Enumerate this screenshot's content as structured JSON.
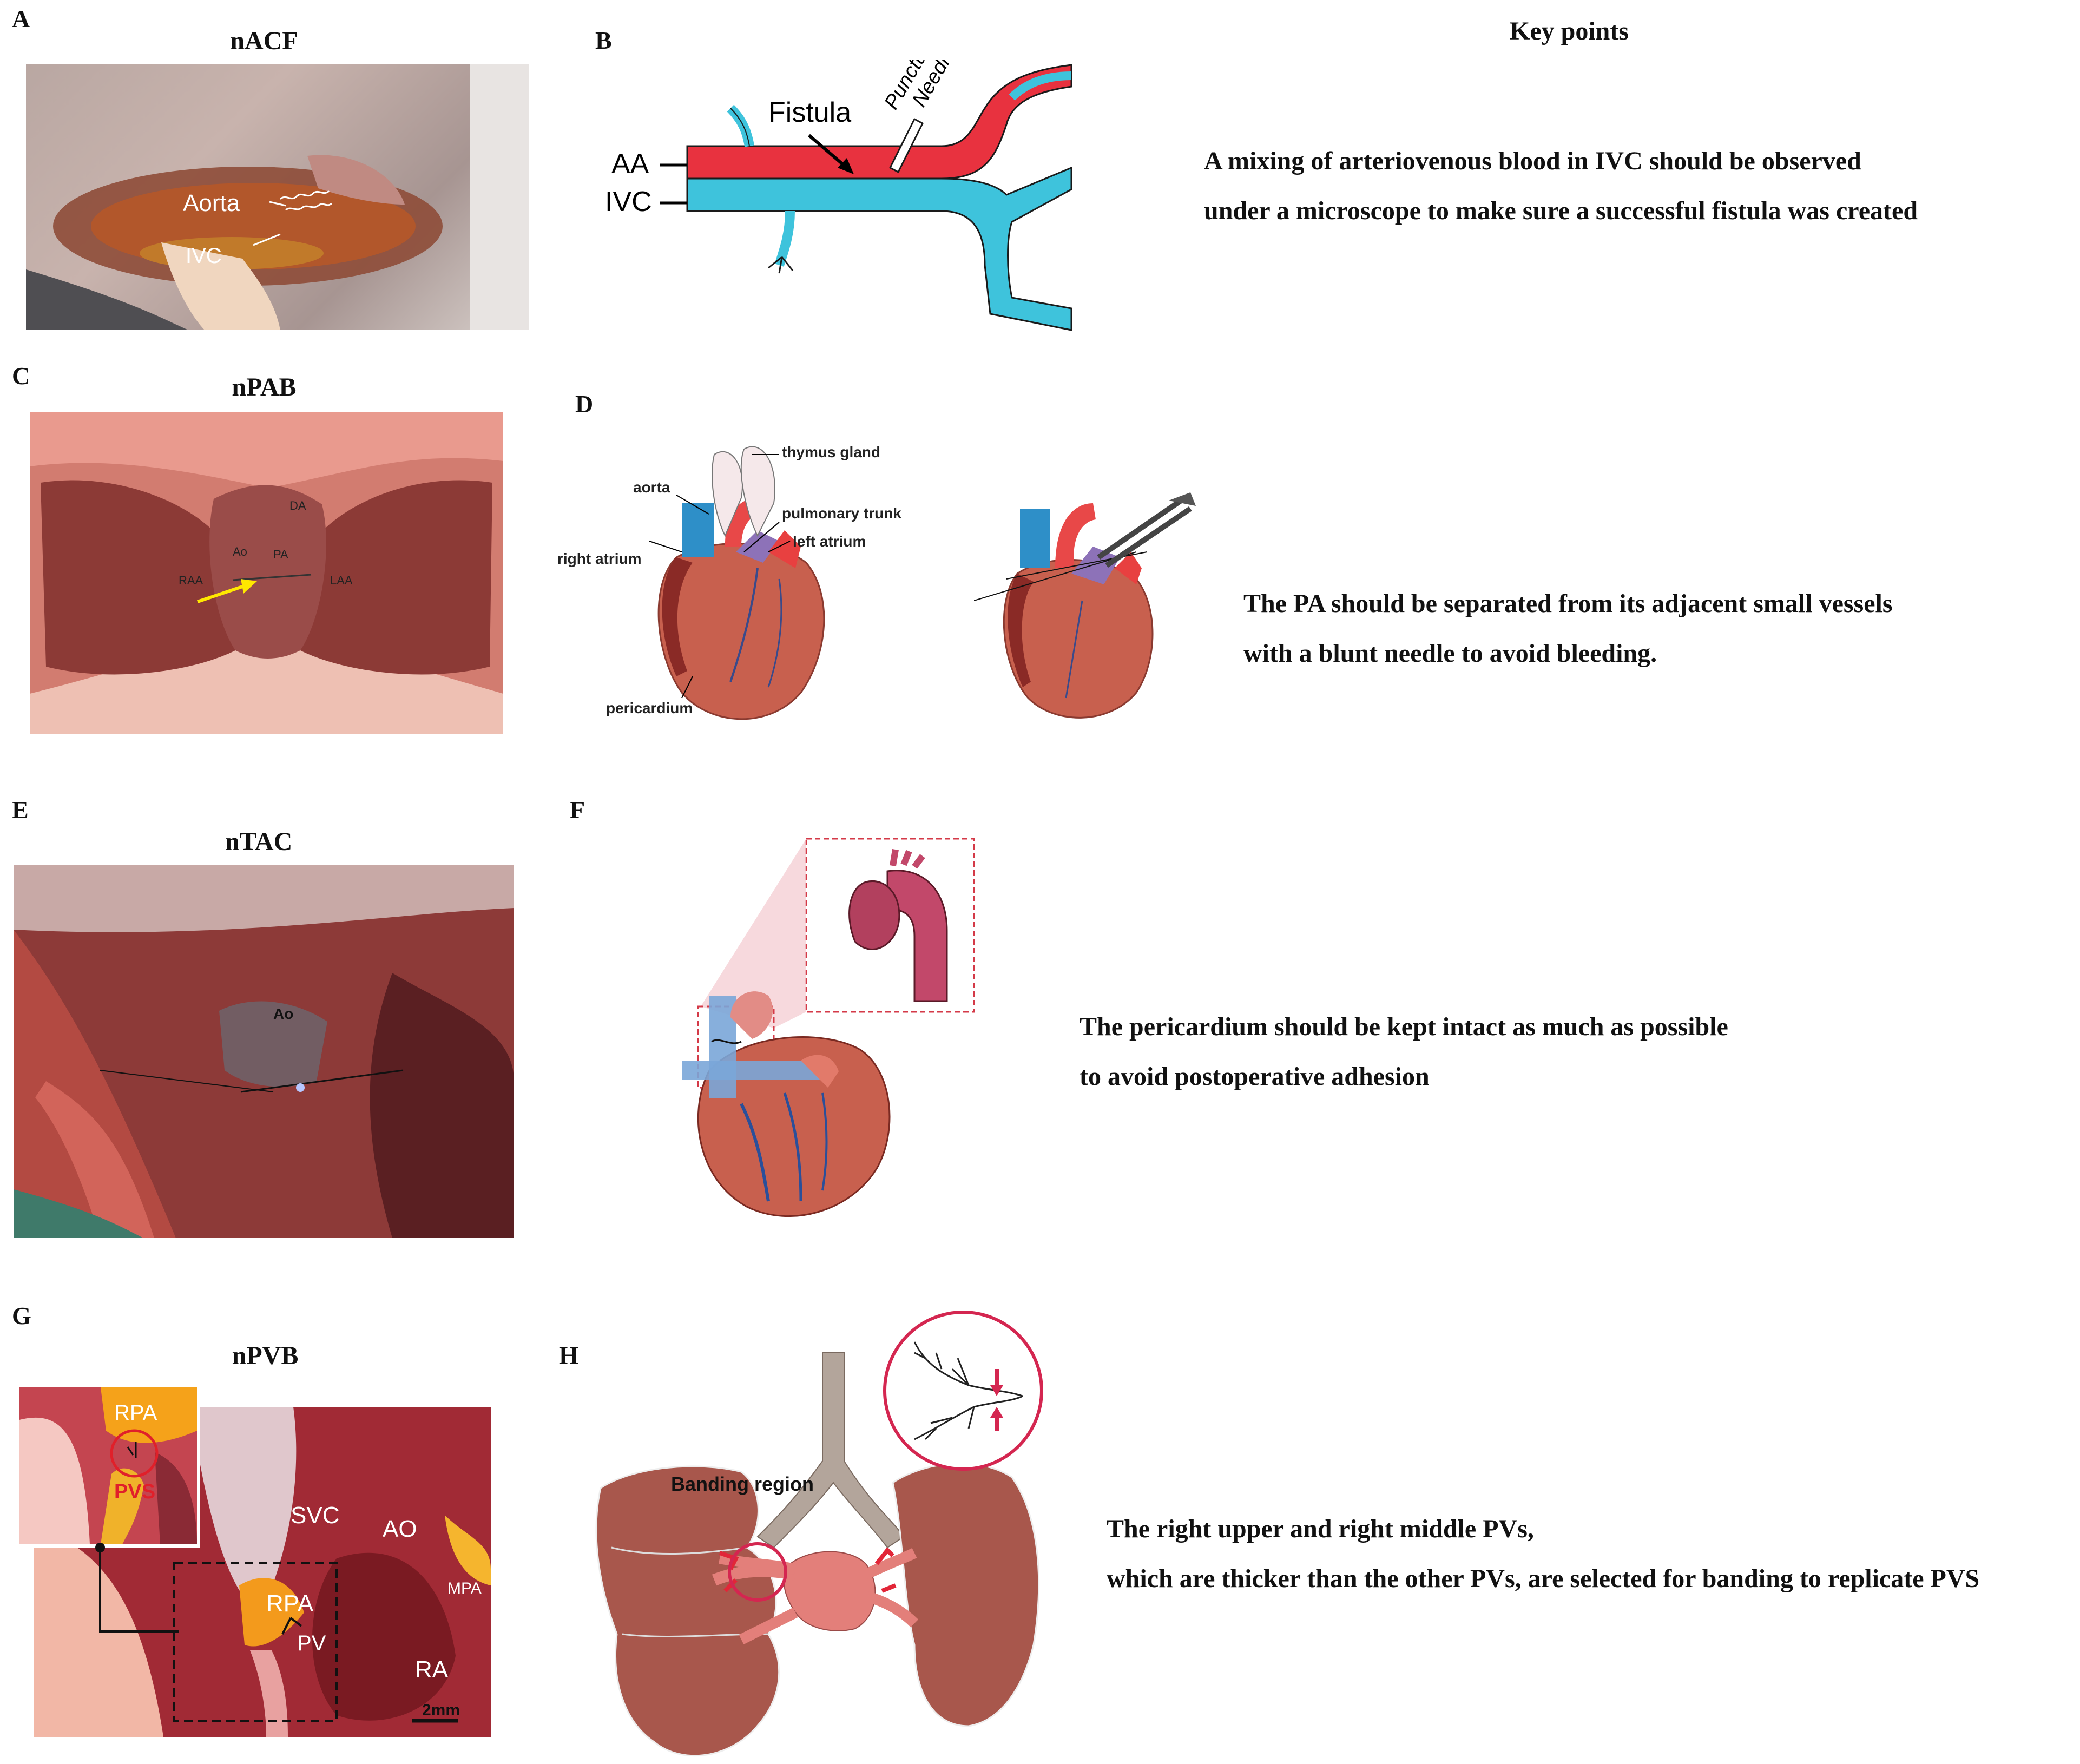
{
  "panels": {
    "A": {
      "label": "A",
      "title": "nACF",
      "aorta": "Aorta",
      "ivc": "IVC"
    },
    "B": {
      "label": "B",
      "fistula": "Fistula",
      "puncture1": "Puncture",
      "puncture2": "Needle",
      "aa": "AA",
      "ivc": "IVC"
    },
    "C": {
      "label": "C",
      "title": "nPAB",
      "da": "DA",
      "ao": "Ao",
      "pa": "PA",
      "raa": "RAA",
      "laa": "LAA"
    },
    "D": {
      "label": "D",
      "thymus": "thymus gland",
      "aorta": "aorta",
      "pulmonary_trunk": "pulmonary trunk",
      "left_atrium": "left atrium",
      "right_atrium": "right atrium",
      "pericardium": "pericardium"
    },
    "E": {
      "label": "E",
      "title": "nTAC",
      "ao": "Ao"
    },
    "F": {
      "label": "F"
    },
    "G": {
      "label": "G",
      "title": "nPVB",
      "rpa_inset": "RPA",
      "pvs": "PVS",
      "svc": "SVC",
      "ao": "AO",
      "mpa": "MPA",
      "rpa": "RPA",
      "pv": "PV",
      "ra": "RA",
      "scale": "2mm"
    },
    "H": {
      "label": "H",
      "banding": "Banding region"
    }
  },
  "key_points": {
    "header": "Key points",
    "acf_line1": "A mixing of arteriovenous blood in IVC should be observed",
    "acf_line2": "under a microscope to make sure a successful fistula was created",
    "pab_line1": "The PA should be separated from its adjacent small vessels",
    "pab_line2": "with a blunt needle to avoid bleeding.",
    "tac_line1": "The pericardium should be kept intact as much as possible",
    "tac_line2": "to avoid postoperative adhesion",
    "pvb_line1": "The right upper and right middle PVs,",
    "pvb_line2": "which are thicker than the other PVs, are selected for banding to replicate PVS"
  },
  "colors": {
    "artery": "#e8323f",
    "vein": "#3ec3dc",
    "heart": "#c8604e",
    "lung": "#a8574c"
  }
}
